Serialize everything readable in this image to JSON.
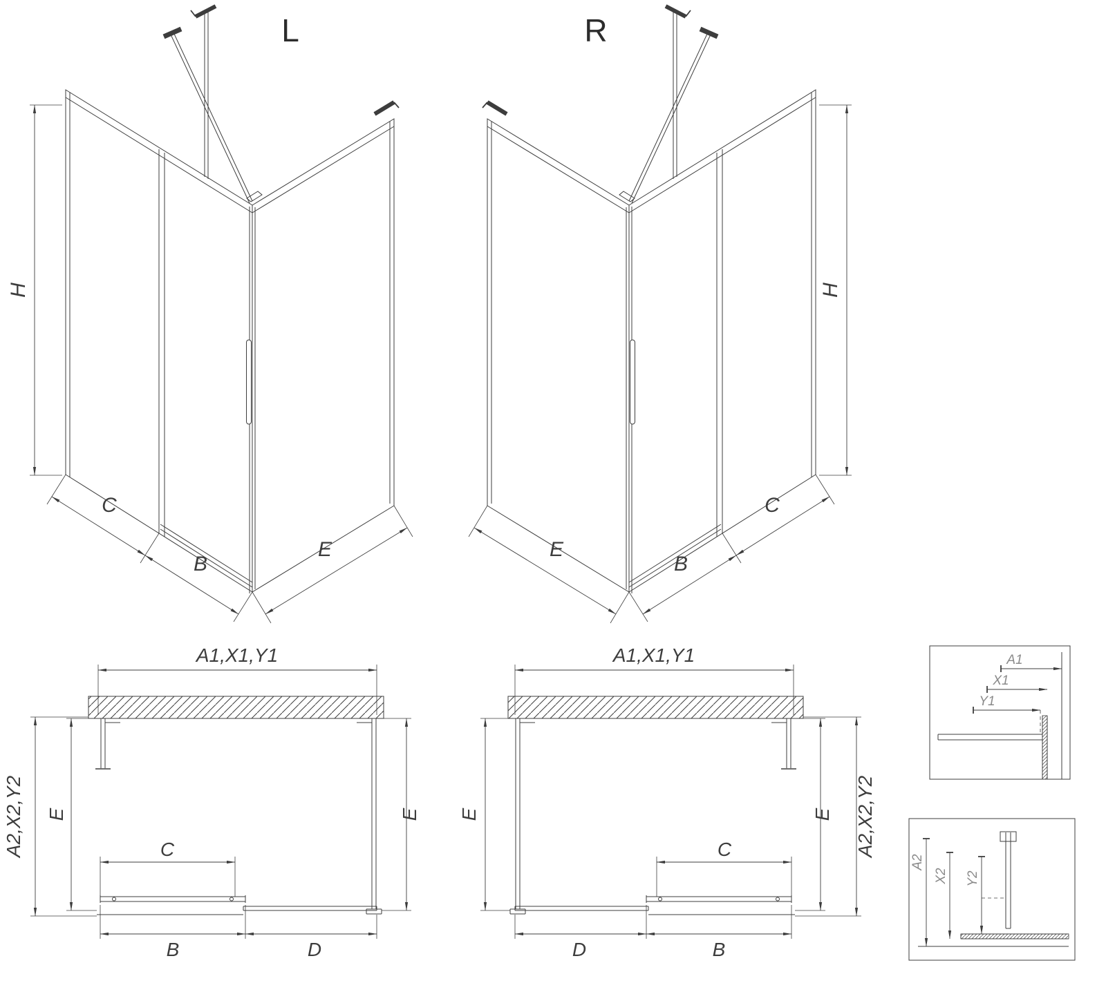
{
  "colors": {
    "line": "#3d3d3d",
    "detail_label": "#8a8a8a",
    "background": "#ffffff"
  },
  "iso_left": {
    "variant": "L",
    "h": "H",
    "c": "C",
    "b": "B",
    "e": "E"
  },
  "iso_right": {
    "variant": "R",
    "h": "H",
    "c": "C",
    "b": "B",
    "e": "E"
  },
  "plan_left": {
    "top_dim": "A1,X1,Y1",
    "side_dim": "A2,X2,Y2",
    "e_left": "E",
    "e_right": "E",
    "c": "C",
    "b": "B",
    "d": "D"
  },
  "plan_right": {
    "top_dim": "A1,X1,Y1",
    "side_dim": "A2,X2,Y2",
    "e_left": "E",
    "e_right": "E",
    "c": "C",
    "b": "B",
    "d": "D"
  },
  "detail_top": {
    "a1": "A1",
    "x1": "X1",
    "y1": "Y1"
  },
  "detail_bottom": {
    "a2": "A2",
    "x2": "X2",
    "y2": "Y2"
  }
}
